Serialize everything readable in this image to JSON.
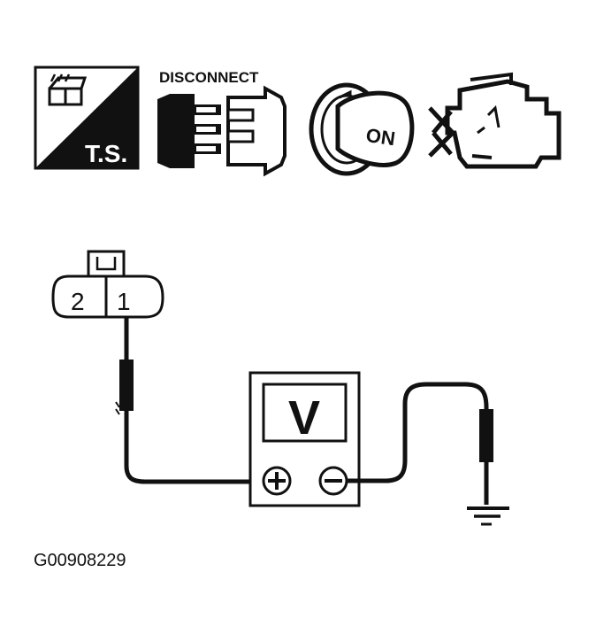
{
  "icons": {
    "ts_icon": {
      "label": "T.S.",
      "icon": "trouble-shooting-icon"
    },
    "disconnect_icon": {
      "label": "DISCONNECT",
      "icon": "connector-disconnect-icon"
    },
    "ignition_icon": {
      "label": "ON",
      "icon": "ignition-key-icon"
    },
    "engine_icon": {
      "icon": "engine-stopped-icon"
    }
  },
  "connector": {
    "pin_2": "2",
    "pin_1": "1"
  },
  "meter": {
    "label": "V",
    "positive": "+",
    "negative": "−"
  },
  "figure_id": "G00908229",
  "colors": {
    "ink": "#111111",
    "paper": "#ffffff"
  }
}
